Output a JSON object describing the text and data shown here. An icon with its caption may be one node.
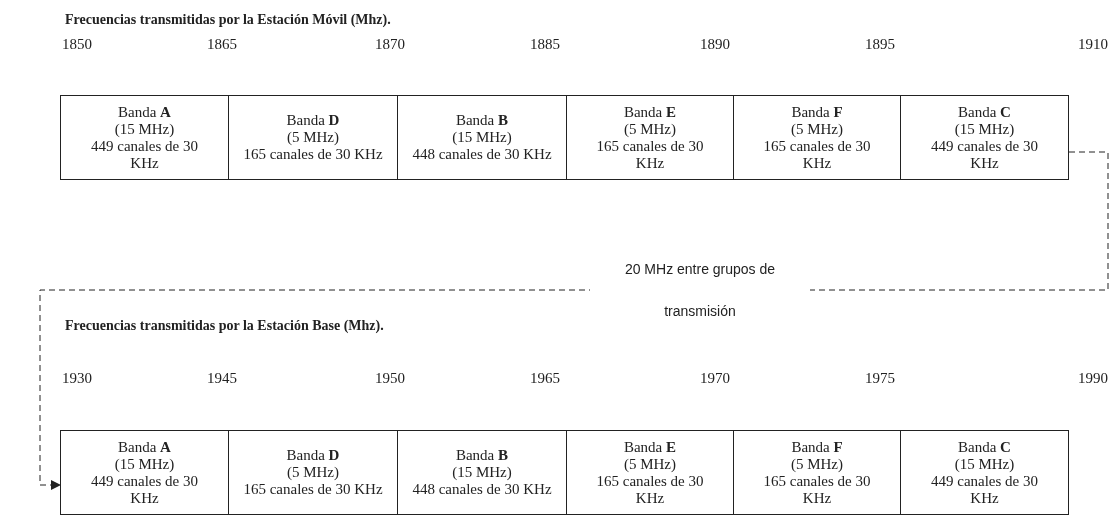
{
  "diagram": {
    "nodes": [
      {
        "text": [
          "Banda **A**",
          "(15 MHz)",
          "449 canales de 30 KHz"
        ]
      },
      {
        "text": [
          "Banda **D**",
          "(5 MHz)",
          "165 canales de 30 KHz"
        ]
      },
      {
        "text": [
          "Banda **B**",
          "(15 MHz)",
          "448 canales de 30 KHz"
        ]
      },
      {
        "text": [
          "Banda **E**",
          "(5 MHz)",
          "165 canales de 30 KHz"
        ]
      },
      {
        "text": [
          "Banda **F**",
          "(5 MHz)",
          "165 canales de 30 KHz"
        ]
      },
      {
        "text": [
          "Banda **C**",
          "(15 MHz)",
          "449 canales de 30 KHz"
        ]
      },
      {
        "text": [
          "Banda **A**",
          "(15 MHz)",
          "449 canales de 30 KHz"
        ]
      },
      {
        "text": [
          "Banda **D**",
          "(5 MHz)",
          "165 canales de 30 KHz"
        ]
      },
      {
        "text": [
          "Banda **B**",
          "(15 MHz)",
          "448 canales de 30 KHz"
        ]
      },
      {
        "text": [
          "Banda **E**",
          "(5 MHz)",
          "165 canales de 30 KHz"
        ]
      },
      {
        "text": [
          "Banda **F**",
          "(5 MHz)",
          "165 canales de 30 KHz"
        ]
      },
      {
        "text": [
          "Banda **C**",
          "(15 MHz)",
          "449 canales de 30 KHz"
        ]
      }
    ],
    "edges": [
      {
        "from": 5,
        "to": 6,
        "arrow": "to",
        "style": "dashed",
        "label": "20 MHz entre grupos de transmisión"
      }
    ],
    "labels": [
      "Frecuencias transmitidas por la Estación Móvil (Mhz).",
      "1850",
      "1865",
      "1870",
      "1885",
      "1890",
      "1895",
      "1910",
      "Frecuencias transmitidas por la Estación Base (Mhz).",
      "1930",
      "1945",
      "1950",
      "1965",
      "1970",
      "1975",
      "1990"
    ]
  }
}
